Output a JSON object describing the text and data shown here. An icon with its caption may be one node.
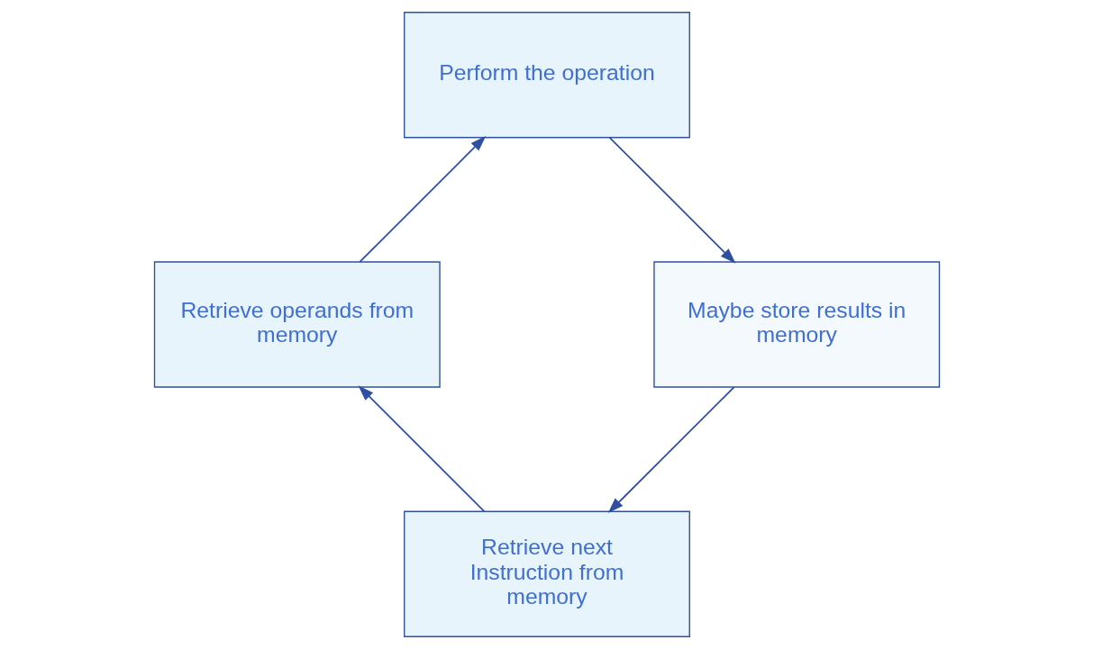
{
  "diagram": {
    "nodes": [
      {
        "text": [
          "Retrieve next Instruction from memory"
        ]
      },
      {
        "text": [
          "Retrieve operands from memory"
        ]
      },
      {
        "text": [
          "Perform the operation"
        ]
      },
      {
        "text": [
          "Maybe store results in memory"
        ]
      }
    ],
    "edges": [
      {
        "from": 0,
        "to": 1,
        "arrow": "to"
      },
      {
        "from": 1,
        "to": 2,
        "arrow": "to"
      },
      {
        "from": 2,
        "to": 3,
        "arrow": "to"
      },
      {
        "from": 3,
        "to": 0,
        "arrow": "to"
      }
    ]
  }
}
